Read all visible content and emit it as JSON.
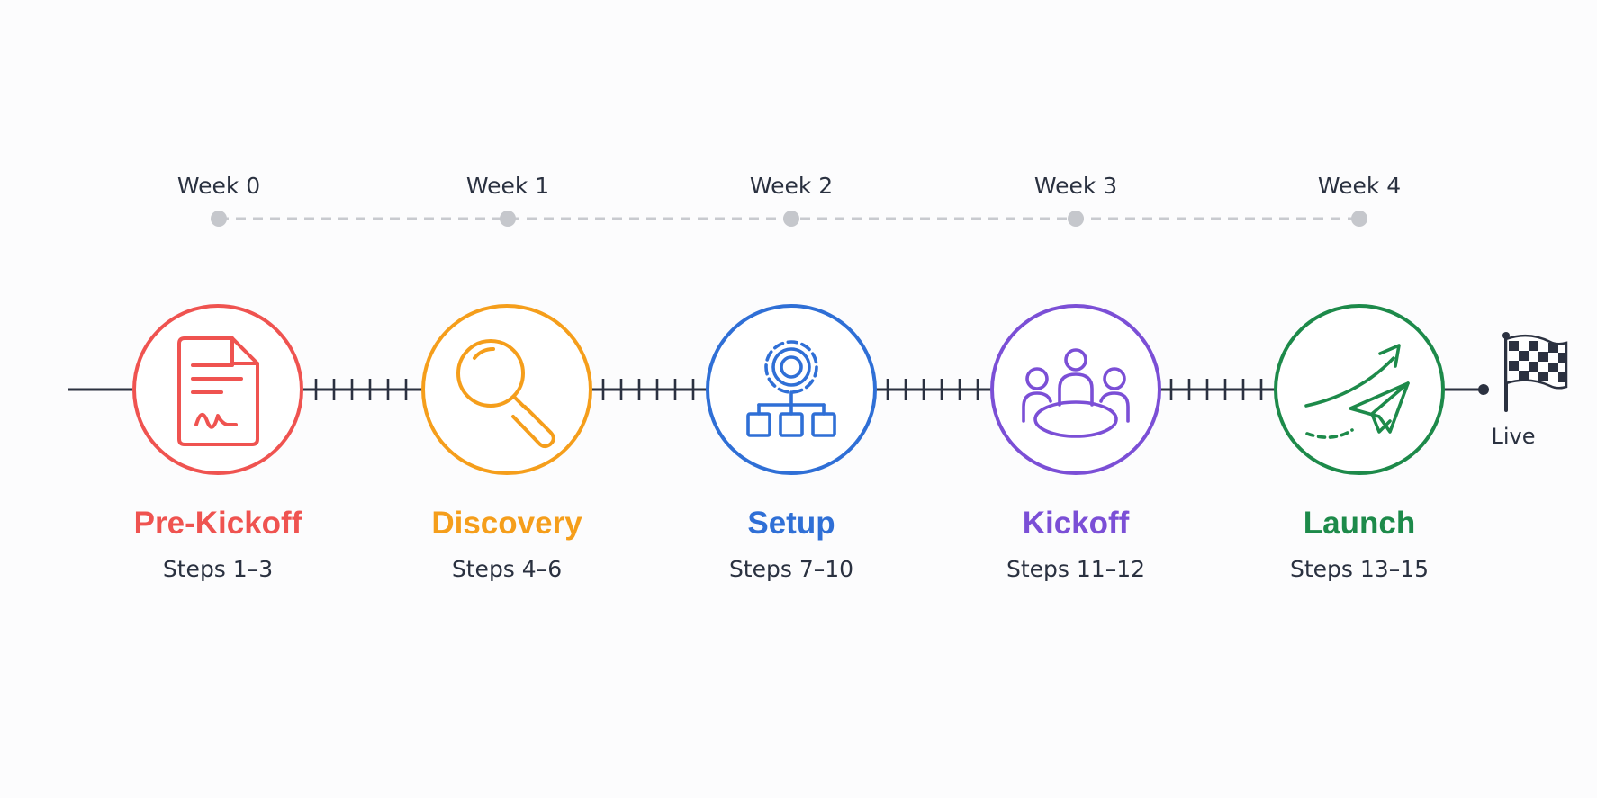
{
  "weeks": [
    "Week 0",
    "Week 1",
    "Week 2",
    "Week 3",
    "Week 4"
  ],
  "phases": [
    {
      "title": "Pre-Kickoff",
      "steps": "Steps 1–3",
      "color": "#ef5350",
      "icon": "document-signature-icon"
    },
    {
      "title": "Discovery",
      "steps": "Steps 4–6",
      "color": "#f59e1b",
      "icon": "magnifier-icon"
    },
    {
      "title": "Setup",
      "steps": "Steps 7–10",
      "color": "#2f6fd6",
      "icon": "gear-blocks-icon"
    },
    {
      "title": "Kickoff",
      "steps": "Steps 11–12",
      "color": "#7b4fd6",
      "icon": "meeting-table-icon"
    },
    {
      "title": "Launch",
      "steps": "Steps 13–15",
      "color": "#1d8a4a",
      "icon": "paper-plane-icon"
    }
  ],
  "end": {
    "label": "Live",
    "icon": "checkered-flag-icon"
  },
  "colors": {
    "timeline": "#2b3140",
    "week_dot": "#c5c7cc",
    "week_dash": "#c8cacf"
  }
}
